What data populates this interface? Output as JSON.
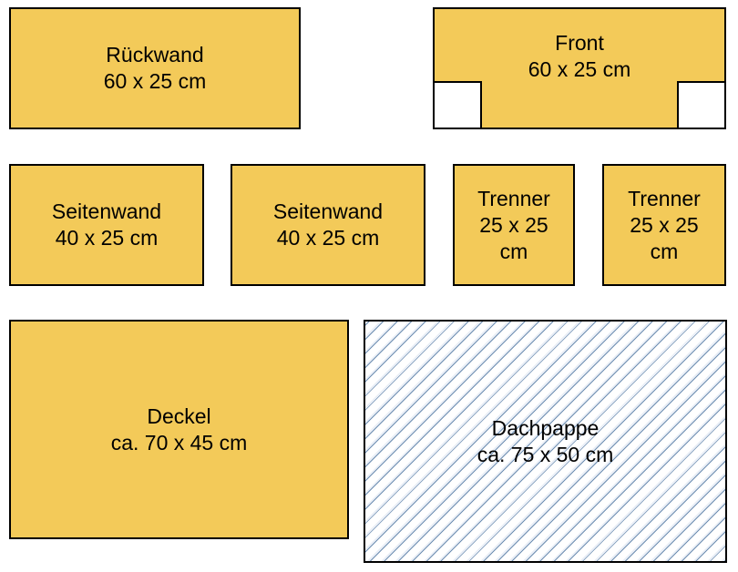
{
  "colors": {
    "panel_fill": "#F3CA59",
    "outline": "#000000",
    "hatch_line": "#6f8fb2",
    "cutout_fill": "#FFFFFF"
  },
  "panels": {
    "rueckwand": {
      "label": "Rückwand",
      "dims": "60 x 25 cm"
    },
    "front": {
      "label": "Front",
      "dims": "60 x 25 cm"
    },
    "seitenwand_1": {
      "label": "Seitenwand",
      "dims": "40 x 25 cm"
    },
    "seitenwand_2": {
      "label": "Seitenwand",
      "dims": "40 x 25 cm"
    },
    "trenner_1": {
      "label": "Trenner",
      "dims": "25 x 25 cm"
    },
    "trenner_2": {
      "label": "Trenner",
      "dims": "25 x 25 cm"
    },
    "deckel": {
      "label": "Deckel",
      "dims": "ca. 70 x 45 cm"
    },
    "dachpappe": {
      "label": "Dachpappe",
      "dims": "ca. 75 x 50 cm",
      "pattern": "diagonal-hatch"
    }
  }
}
